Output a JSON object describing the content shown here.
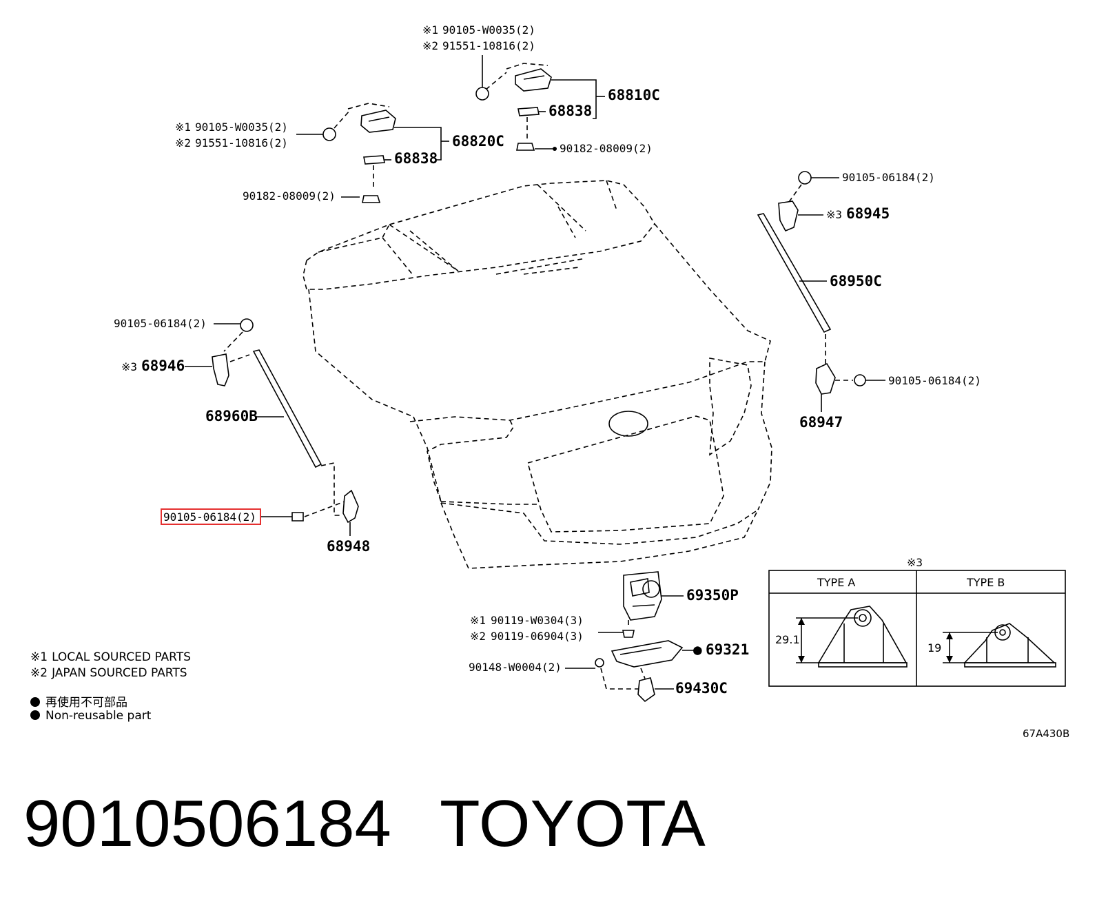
{
  "callouts": {
    "top_screw_1": "90105-W0035(2)",
    "top_screw_2": "91551-10816(2)",
    "top_hinge": "68810C",
    "top_shim": "68838",
    "top_nut": "90182-08009(2)",
    "left_screw_1": "90105-W0035(2)",
    "left_screw_2": "91551-10816(2)",
    "left_hinge": "68820C",
    "left_shim": "68838",
    "left_nut": "90182-08009(2)",
    "right_bolt_top": "90105-06184(2)",
    "right_bracket_top": "68945",
    "right_stay": "68950C",
    "right_bolt_low": "90105-06184(2)",
    "right_bracket_low": "68947",
    "left_bolt_top": "90105-06184(2)",
    "left_bracket_top": "68946",
    "left_stay": "68960B",
    "left_bolt_low": "90105-06184(2)",
    "left_bracket_low": "68948",
    "lock": "69350P",
    "lock_screw_1": "90119-W0304(3)",
    "lock_screw_2": "90119-06904(3)",
    "cover": "69321",
    "cover_screw": "90148-W0004(2)",
    "striker": "69430C"
  },
  "marks": {
    "note1": "※1",
    "note2": "※2",
    "note3": "※3",
    "bullet": "●"
  },
  "inset": {
    "type_a": "TYPE A",
    "type_b": "TYPE B",
    "dim_a": "29.1",
    "dim_b": "19"
  },
  "legend": {
    "local": "LOCAL SOURCED PARTS",
    "japan": "JAPAN SOURCED PARTS",
    "jp_nonreusable": "再使用不可部品",
    "nonreusable": "Non-reusable part"
  },
  "diagram_id": "67A430B",
  "footer": {
    "part_number": "9010506184",
    "brand": "TOYOTA"
  },
  "highlight_color": "#e53030"
}
